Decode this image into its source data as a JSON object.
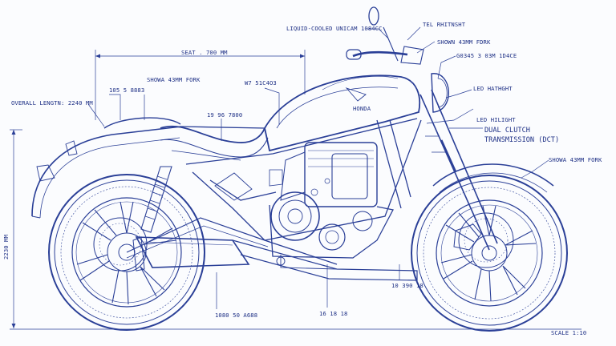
{
  "labels": {
    "engine": "LIQUID-COOLED UNICAM 1084CC",
    "tel_top": "TEL RHITNSHT",
    "shown_fork_upper": "SHOWN 43MM FDRK",
    "showa_top_right": "G0345 3 03M 1D4CE",
    "led_headlight": "LED HATHGHT",
    "seat": "SEAT . 700 MM",
    "val_105": "105 5 8883",
    "showa_rear": "SHOWA 43MM FORK",
    "wheelbase_small": "W7 51C4O3",
    "overall_length": "OVERALL LENGTN: 2240 MM",
    "val_1996": "19 96 7800",
    "led_highlight": "LED HILIGHT",
    "dct_line1": "DUAL CLUTCH",
    "dct_line2": "TRANSMISSION (DCT)",
    "showa_front": "SHOWA 43MM FORK",
    "height": "2230 MM",
    "val_bottom_left": "1080 50 A688",
    "val_bottom_mid": "16 18 18",
    "val_bottom_right": "10 390 18",
    "scale": "SCALE 1:10",
    "tank_brand": "HONDA"
  }
}
